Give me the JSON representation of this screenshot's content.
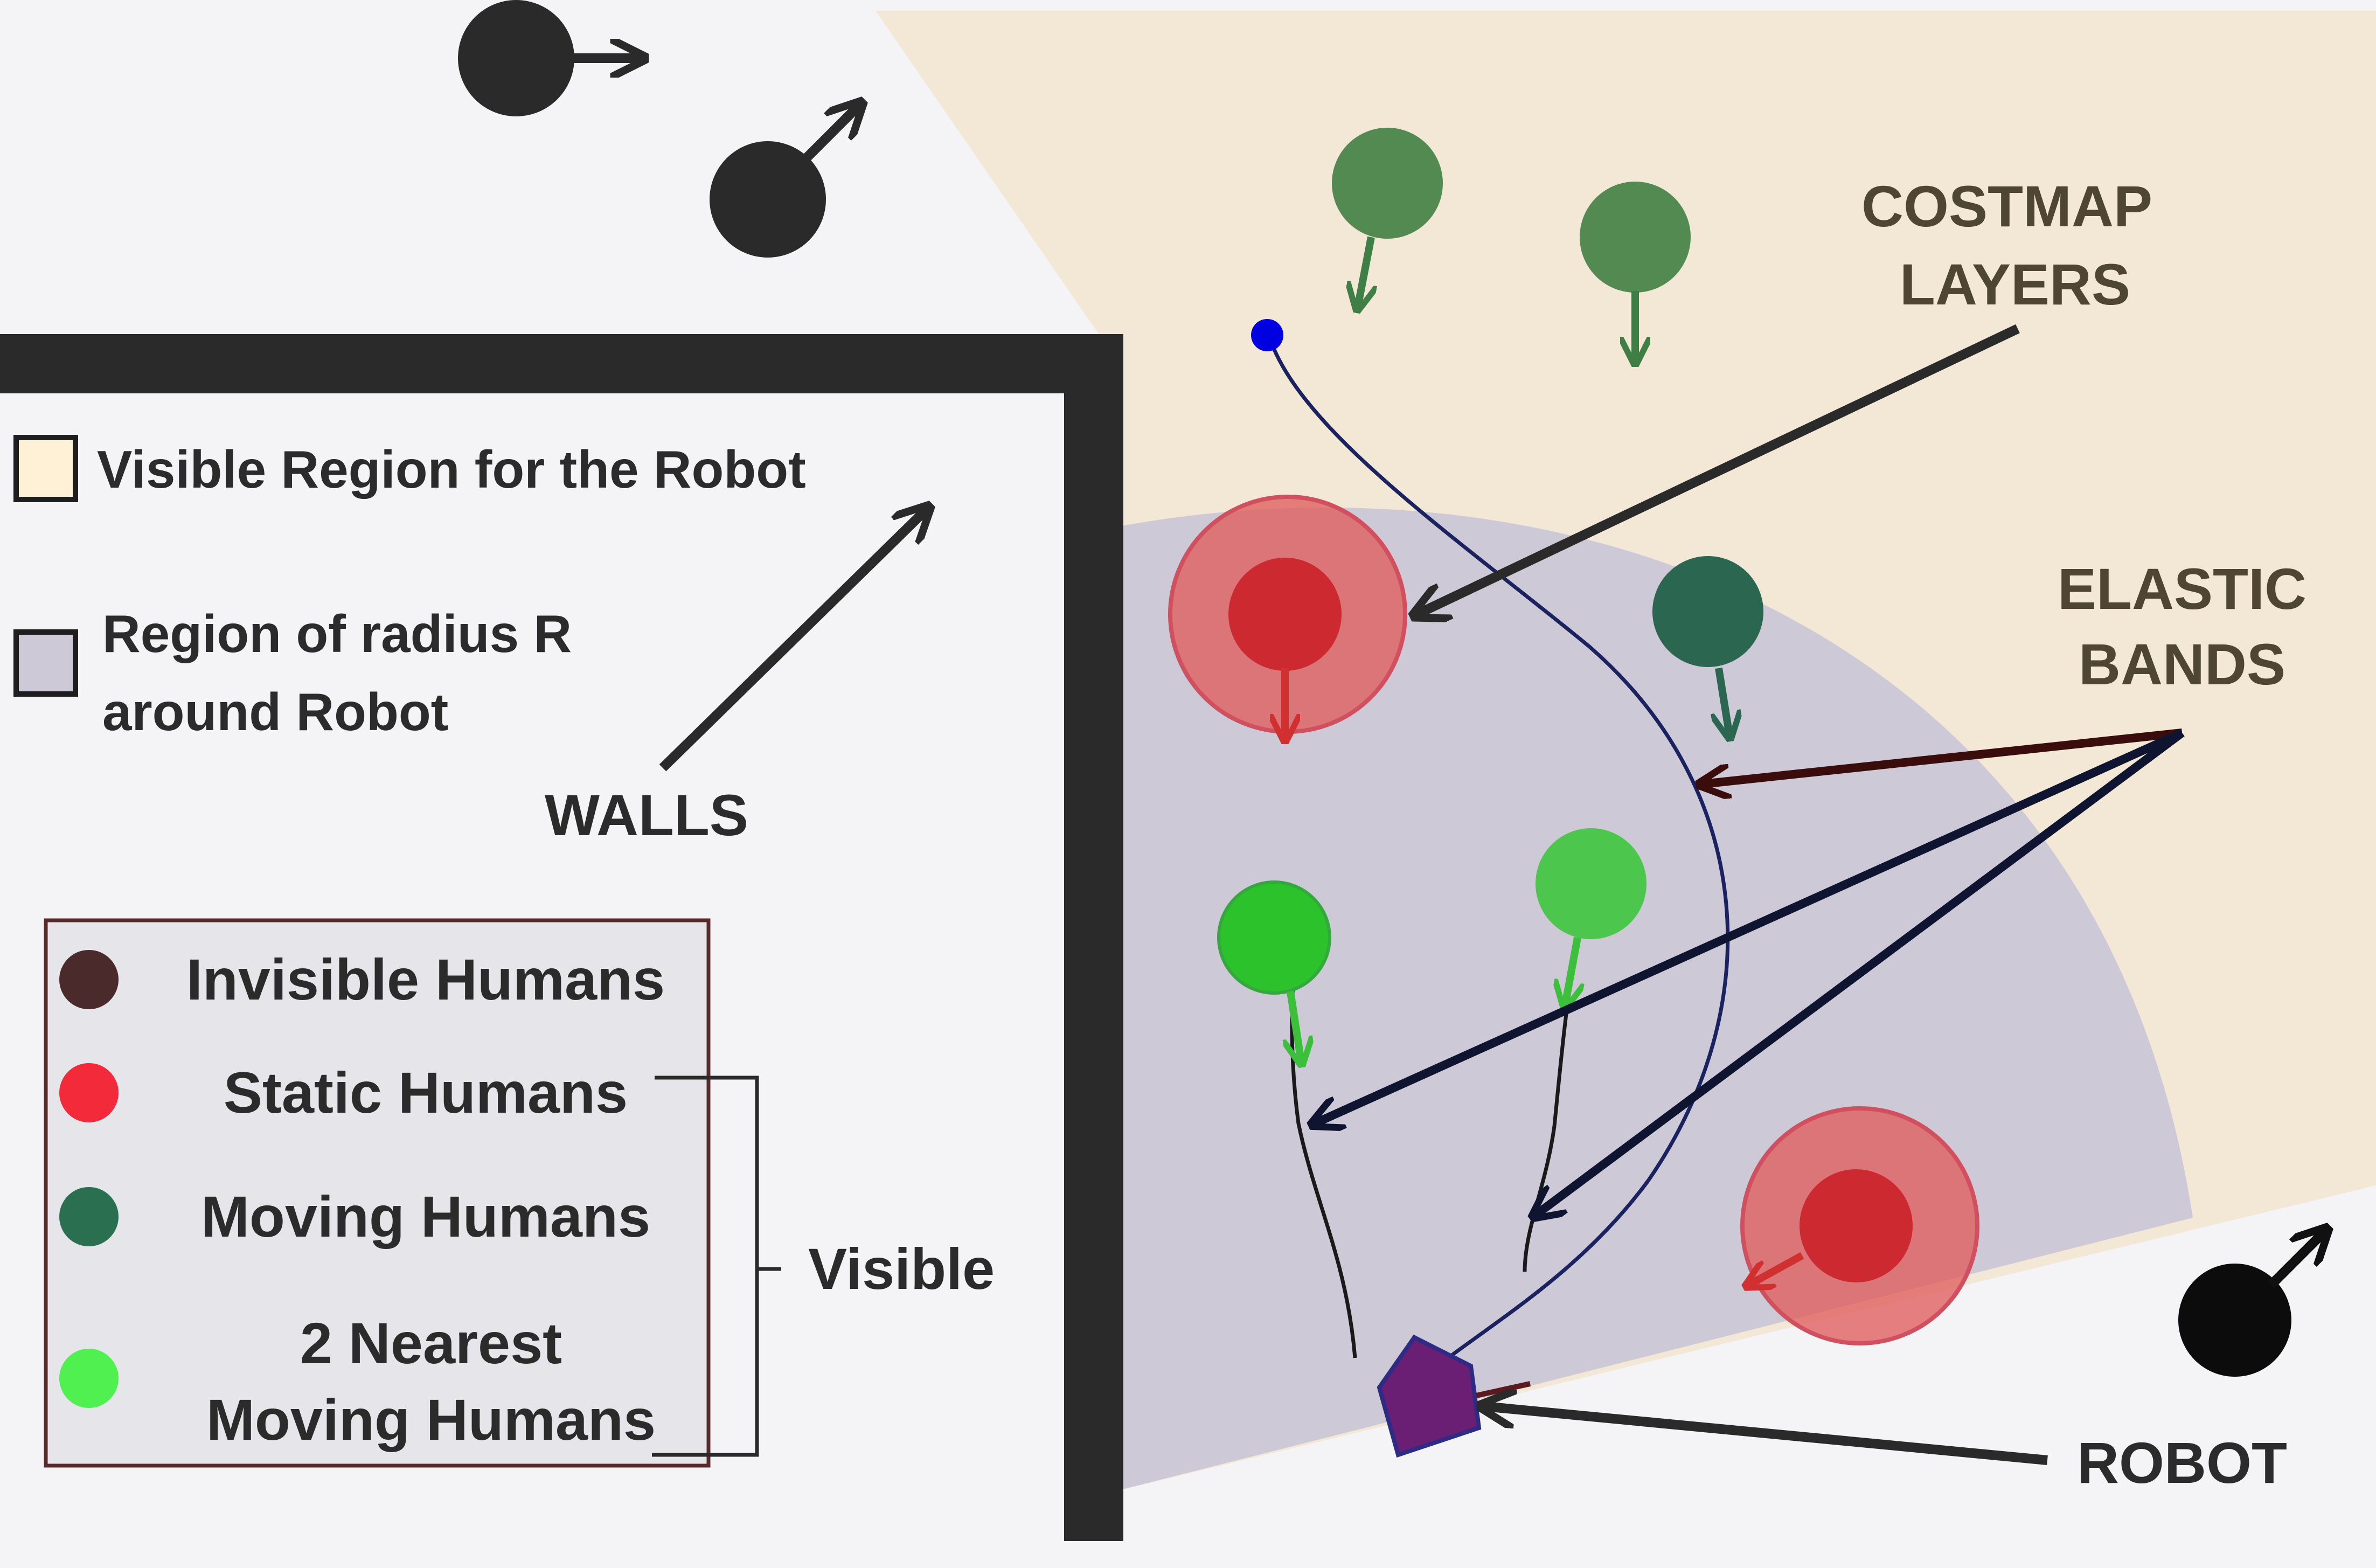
{
  "annotations": {
    "costmap_line1": "COSTMAP",
    "costmap_line2": "LAYERS",
    "elastic_line1": "ELASTIC",
    "elastic_line2": "BANDS",
    "walls": "WALLS",
    "robot": "ROBOT",
    "visible": "Visible"
  },
  "region_legend": {
    "visible_region": "Visible Region for the Robot",
    "radius_line1": "Region of radius R",
    "radius_line2": "around Robot"
  },
  "human_legend": {
    "invisible": "Invisible Humans",
    "static": "Static Humans",
    "moving": "Moving Humans",
    "nearest_line1": "2 Nearest",
    "nearest_line2": "Moving Humans"
  },
  "colors": {
    "background": "#f4f4f7",
    "visible_region": "#f3e8d5",
    "radius_region": "#cdc9d6",
    "wall": "#2a2a2a",
    "invisible_human": "#2a2a2a",
    "static_human": "#cc2a30",
    "static_halo": "#e06060",
    "moving_human_far": "#528a52",
    "moving_human_near": "#2a6650",
    "nearest_human": "#2cc22c",
    "nearest_human_2": "#4cc64c",
    "robot": "#6a1e74",
    "path": "#1a2260",
    "goal": "#0000e0"
  },
  "icons": [
    "goal-dot-icon",
    "robot-icon",
    "human-marker-icon",
    "arrow-icon",
    "bracket-icon"
  ]
}
